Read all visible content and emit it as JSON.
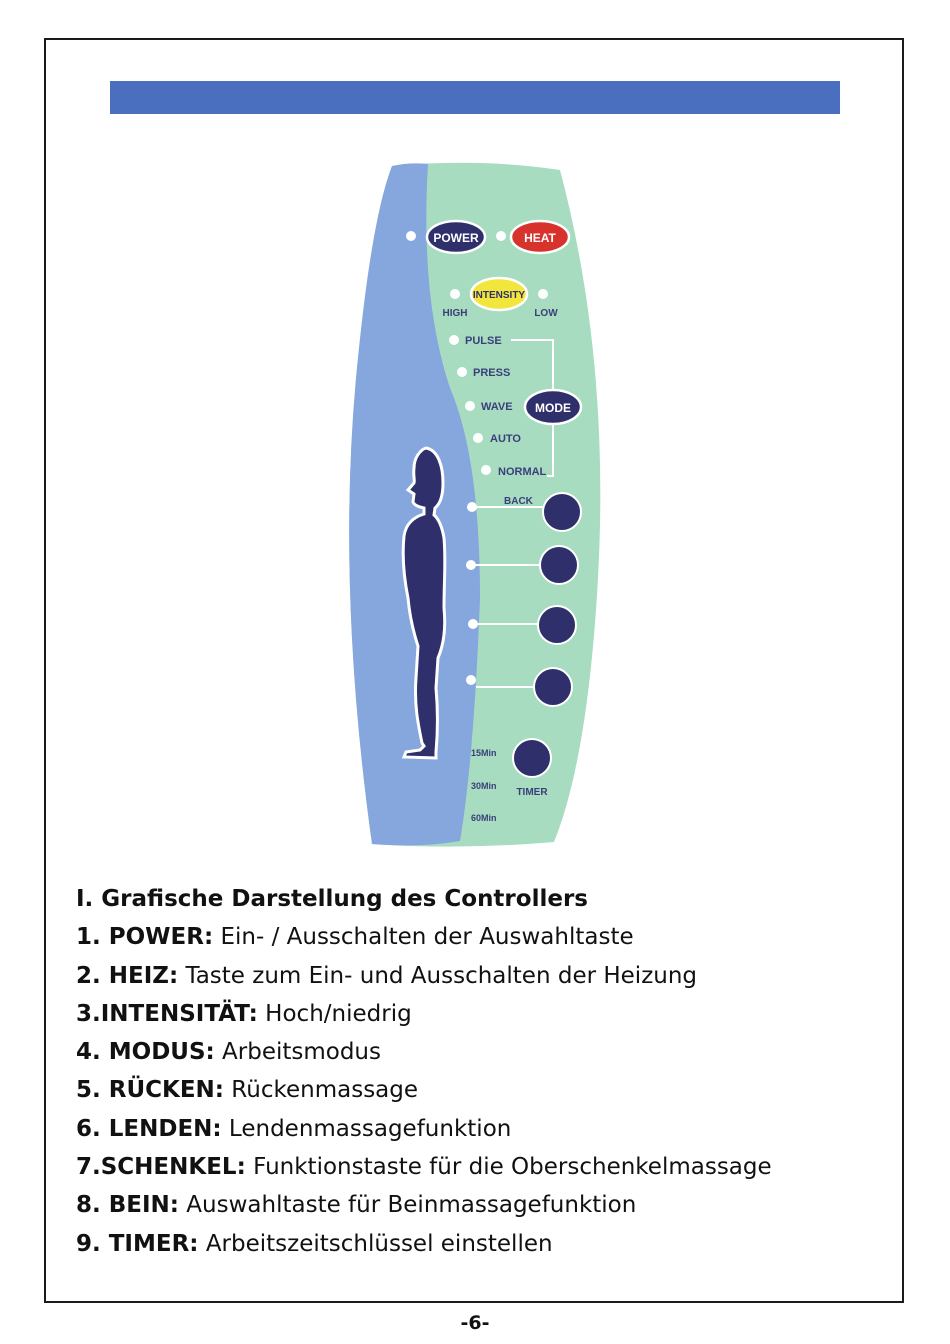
{
  "controller": {
    "buttons": {
      "power": "POWER",
      "heat": "HEAT",
      "intensity": "INTENSITY",
      "mode": "MODE"
    },
    "intensity_levels": {
      "high": "HIGH",
      "low": "LOW"
    },
    "modes": [
      "PULSE",
      "PRESS",
      "WAVE",
      "AUTO",
      "NORMAL"
    ],
    "zone_label": "BACK",
    "timer_label": "TIMER",
    "timer_options": [
      "15Min",
      "30Min",
      "60Min"
    ],
    "colors": {
      "left_panel": "#86a6de",
      "right_panel": "#a8dcc0",
      "button_dark": "#2f2f6b",
      "heat_red": "#d8322d",
      "intensity_yellow": "#f2e63c",
      "header_bar": "#4a6fbe"
    }
  },
  "content": {
    "heading": "I. Grafische Darstellung des Controllers",
    "items": [
      {
        "key": "1. POWER:",
        "text": " Ein- / Ausschalten der Auswahltaste"
      },
      {
        "key": "2. HEIZ:",
        "text": " Taste zum Ein- und Ausschalten der Heizung"
      },
      {
        "key": "3.INTENSITÄT:",
        "text": " Hoch/niedrig"
      },
      {
        "key": "4. MODUS:",
        "text": " Arbeitsmodus"
      },
      {
        "key": "5. RÜCKEN:",
        "text": " Rückenmassage"
      },
      {
        "key": "6. LENDEN:",
        "text": " Lendenmassagefunktion"
      },
      {
        "key": "7.SCHENKEL:",
        "text": " Funktionstaste für die Oberschenkelmassage"
      },
      {
        "key": "8. BEIN:",
        "text": " Auswahltaste für Beinmassagefunktion"
      },
      {
        "key": "9. TIMER:",
        "text": " Arbeitszeitschlüssel einstellen"
      }
    ]
  },
  "page_number": "-6-"
}
